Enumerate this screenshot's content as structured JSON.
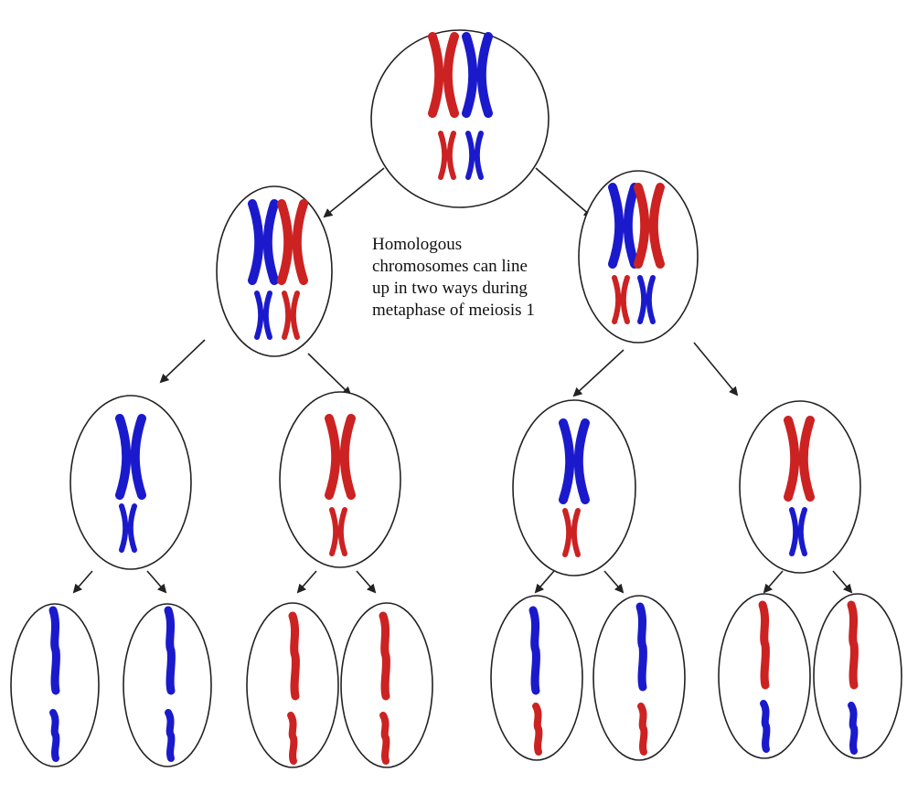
{
  "caption": {
    "lines": [
      "Homologous",
      "chromosomes can line",
      "up in two ways during",
      "metaphase of meiosis 1"
    ]
  },
  "colors": {
    "paternal": "#cc2222",
    "maternal": "#1a1acc",
    "outline": "#222222",
    "arrow": "#222222"
  },
  "cells": [
    {
      "id": "parent-cell",
      "stage": "parent",
      "chromosomes": [
        "large-red-double",
        "large-blue-double",
        "small-red-double",
        "small-blue-double"
      ]
    },
    {
      "id": "meiosis1-left-cell",
      "stage": "metaphase-1",
      "chromosomes": [
        "large-blue-double",
        "large-red-double",
        "small-blue-double",
        "small-red-double"
      ]
    },
    {
      "id": "meiosis1-right-cell",
      "stage": "metaphase-1",
      "chromosomes": [
        "large-blue-double",
        "large-red-double",
        "small-red-double",
        "small-blue-double"
      ]
    },
    {
      "id": "daughter-cell-1",
      "stage": "after-meiosis-1",
      "chromosomes": [
        "large-blue-double",
        "small-blue-double"
      ]
    },
    {
      "id": "daughter-cell-2",
      "stage": "after-meiosis-1",
      "chromosomes": [
        "large-red-double",
        "small-red-double"
      ]
    },
    {
      "id": "daughter-cell-3",
      "stage": "after-meiosis-1",
      "chromosomes": [
        "large-blue-double",
        "small-red-double"
      ]
    },
    {
      "id": "daughter-cell-4",
      "stage": "after-meiosis-1",
      "chromosomes": [
        "large-red-double",
        "small-blue-double"
      ]
    },
    {
      "id": "gamete-1",
      "stage": "gamete",
      "chromosomes": [
        "large-blue-single",
        "small-blue-single"
      ]
    },
    {
      "id": "gamete-2",
      "stage": "gamete",
      "chromosomes": [
        "large-blue-single",
        "small-blue-single"
      ]
    },
    {
      "id": "gamete-3",
      "stage": "gamete",
      "chromosomes": [
        "large-red-single",
        "small-red-single"
      ]
    },
    {
      "id": "gamete-4",
      "stage": "gamete",
      "chromosomes": [
        "large-red-single",
        "small-red-single"
      ]
    },
    {
      "id": "gamete-5",
      "stage": "gamete",
      "chromosomes": [
        "large-blue-single",
        "small-red-single"
      ]
    },
    {
      "id": "gamete-6",
      "stage": "gamete",
      "chromosomes": [
        "large-blue-single",
        "small-red-single"
      ]
    },
    {
      "id": "gamete-7",
      "stage": "gamete",
      "chromosomes": [
        "large-red-single",
        "small-blue-single"
      ]
    },
    {
      "id": "gamete-8",
      "stage": "gamete",
      "chromosomes": [
        "large-red-single",
        "small-blue-single"
      ]
    }
  ]
}
